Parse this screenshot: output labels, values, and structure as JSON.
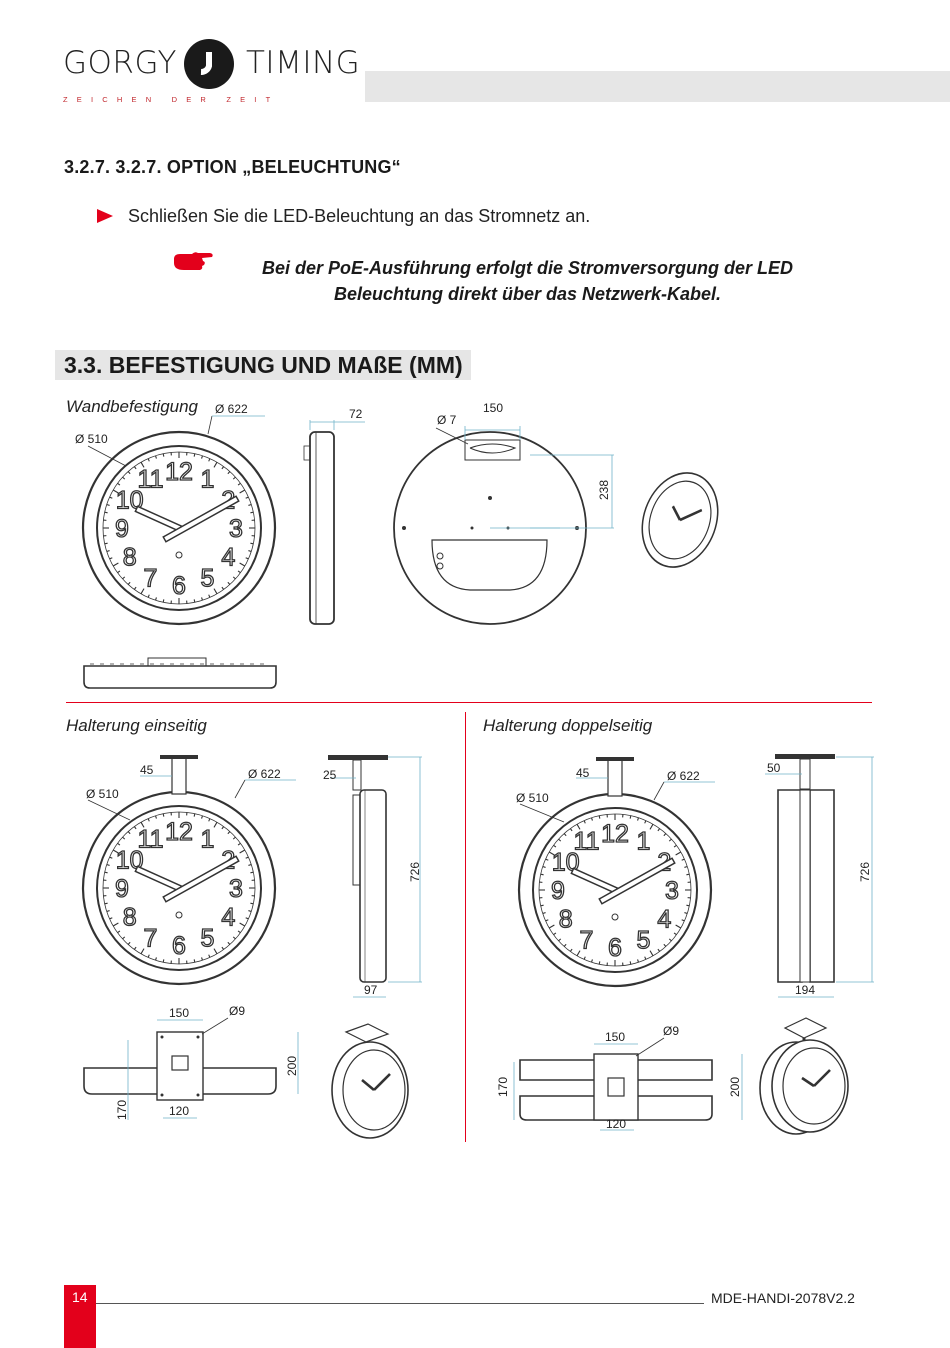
{
  "header": {
    "brand_left": "GORGY",
    "brand_right": "TIMING",
    "tagline": "ZEICHEN DER ZEIT"
  },
  "section_327": {
    "title": "3.2.7. 3.2.7. OPTION „BELEUCHTUNG“",
    "bullet": "Schließen Sie die LED-Beleuchtung an das Stromnetz an.",
    "note_line1": "Bei der PoE-Ausführung erfolgt die Stromversorgung der LED",
    "note_line2": "Beleuchtung direkt über das Netzwerk-Kabel."
  },
  "section_33": {
    "title": "3.3. BEFESTIGUNG UND MAßE (MM)"
  },
  "wall": {
    "label": "Wandbefestigung",
    "d_outer": "Ø 622",
    "d_inner": "Ø 510",
    "depth": "72",
    "hole": "Ø 7",
    "bracket_width": "150",
    "bracket_height": "238"
  },
  "single": {
    "label": "Halterung einseitig",
    "arm": "45",
    "d_outer": "Ø 622",
    "d_inner": "Ø 510",
    "offset": "25",
    "height": "726",
    "depth": "97",
    "plate_w": "150",
    "screw": "Ø9",
    "plate_h": "200",
    "side_h": "170",
    "bottom_w": "120"
  },
  "double": {
    "label": "Halterung doppelseitig",
    "arm": "45",
    "d_outer": "Ø 622",
    "d_inner": "Ø 510",
    "offset": "50",
    "height": "726",
    "depth": "194",
    "plate_w": "150",
    "screw": "Ø9",
    "plate_h": "200",
    "side_h": "170",
    "bottom_w": "120"
  },
  "clock_numbers": [
    "12",
    "1",
    "2",
    "3",
    "4",
    "5",
    "6",
    "7",
    "8",
    "9",
    "10",
    "11"
  ],
  "footer": {
    "page": "14",
    "doc_id": "MDE-HANDI-2078V2.2"
  },
  "colors": {
    "accent_red": "#e3001b",
    "tagline_red": "#c1272d",
    "dim_line": "#6fb3c9",
    "header_gray": "#e6e6e6"
  }
}
